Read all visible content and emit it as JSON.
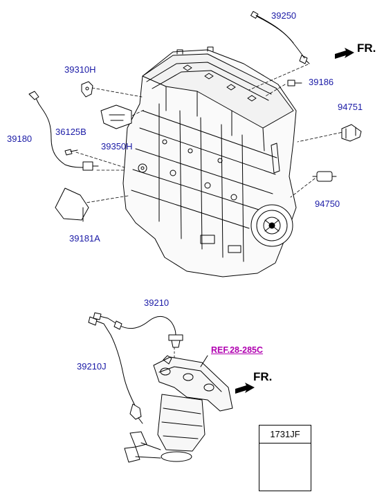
{
  "labels": {
    "p39250": "39250",
    "p39310h": "39310H",
    "p39186": "39186",
    "p94751": "94751",
    "p39180": "39180",
    "p36125b": "36125B",
    "p39350h": "39350H",
    "p94750": "94750",
    "p39181a": "39181A",
    "p39210": "39210",
    "p39210j": "39210J",
    "ref": "REF.28-285C"
  },
  "front_markers": [
    "FR.",
    "FR."
  ],
  "legend": {
    "part_code": "1731JF"
  },
  "colors": {
    "part_label": "#1a1aa6",
    "reference": "#b000b0",
    "line_art": "#000000"
  },
  "icons": [
    "front-arrow-icon",
    "plug-cap-icon"
  ]
}
